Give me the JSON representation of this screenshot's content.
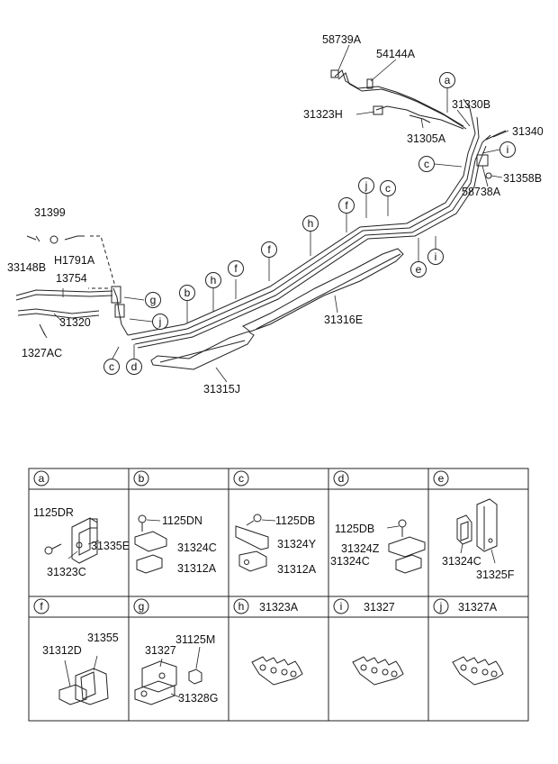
{
  "diagram": {
    "labels": {
      "p58739A": "58739A",
      "p54144A": "54144A",
      "p31330B": "31330B",
      "p31323H": "31323H",
      "p31305A": "31305A",
      "p31340": "31340",
      "p31358B": "31358B",
      "p58738A": "58738A",
      "p31399": "31399",
      "p33148B": "33148B",
      "pH1791A": "H1791A",
      "p13754": "13754",
      "p31320": "31320",
      "p1327AC": "1327AC",
      "p31316E": "31316E",
      "p31315J": "31315J"
    },
    "callouts": {
      "a1": "a",
      "i1": "i",
      "c1": "c",
      "j1": "j",
      "c2": "c",
      "f1": "f",
      "h1": "h",
      "f2": "f",
      "e1": "e",
      "i2": "i",
      "f3": "f",
      "h2": "h",
      "b1": "b",
      "g1": "g",
      "j2": "j",
      "c3": "c",
      "d1": "d"
    }
  },
  "table": {
    "headers": [
      "a",
      "b",
      "c",
      "d",
      "e",
      "f",
      "g",
      "h",
      "i",
      "j"
    ],
    "header_parts": {
      "h": "31323A",
      "i": "31327",
      "j": "31327A"
    },
    "cells": {
      "a": [
        "1125DR",
        "31335E",
        "31323C"
      ],
      "b": [
        "1125DN",
        "31324C",
        "31312A"
      ],
      "c": [
        "1125DB",
        "31324Y",
        "31312A"
      ],
      "d": [
        "1125DB",
        "31324Z",
        "31324C"
      ],
      "e": [
        "31324C",
        "31325F"
      ],
      "f": [
        "31355",
        "31312D"
      ],
      "g": [
        "31125M",
        "31327",
        "31328G"
      ]
    }
  }
}
